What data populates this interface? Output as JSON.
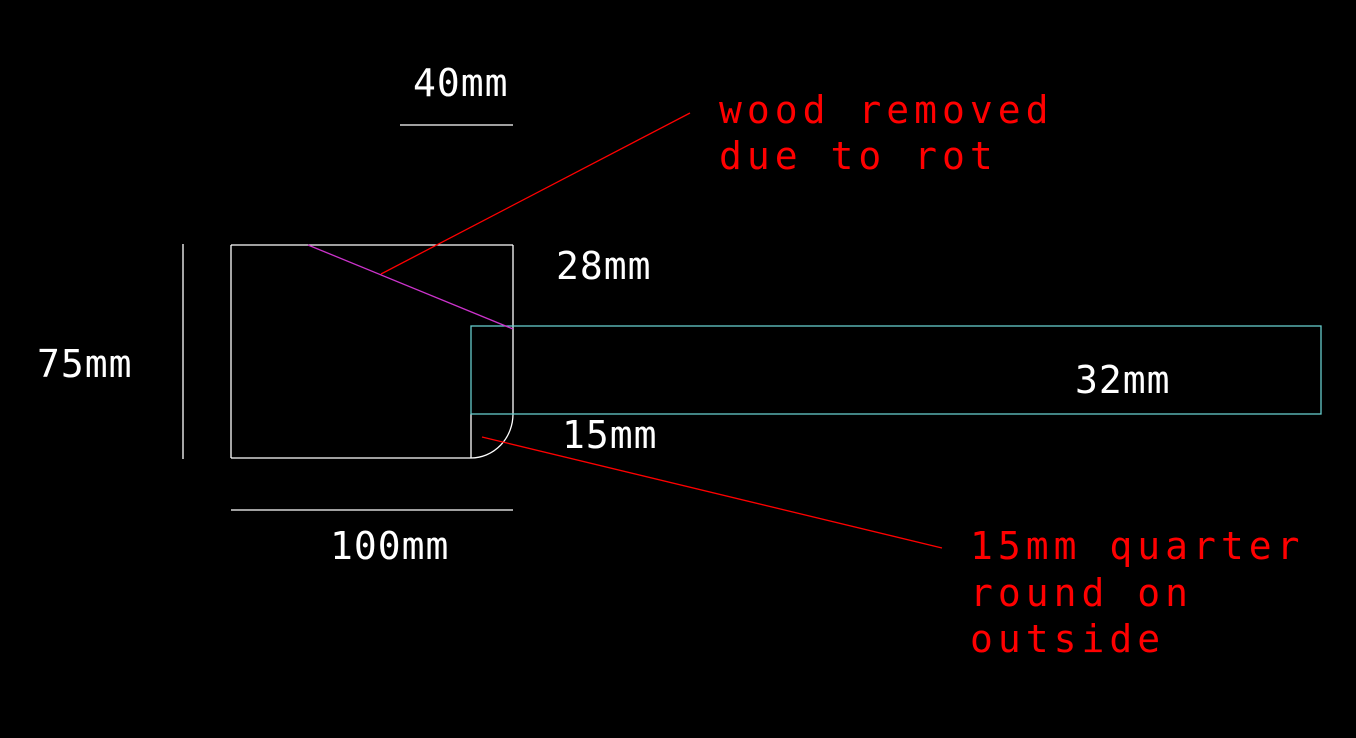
{
  "colors": {
    "background": "#000000",
    "outline": "#ffffff",
    "board": "#66cccc",
    "cut_line": "#cc33cc",
    "leader": "#ff0000",
    "note_text": "#ff0000",
    "dim_text": "#ffffff"
  },
  "dimensions": {
    "top_width": "40mm",
    "height": "75mm",
    "bottom_width": "100mm",
    "step_upper": "28mm",
    "step_lower": "15mm",
    "board_thickness": "32mm"
  },
  "notes": {
    "rot": {
      "line1": "wood removed",
      "line2": "due to rot"
    },
    "quarter_round": {
      "line1": "15mm quarter",
      "line2": "round on",
      "line3": "outside"
    }
  }
}
